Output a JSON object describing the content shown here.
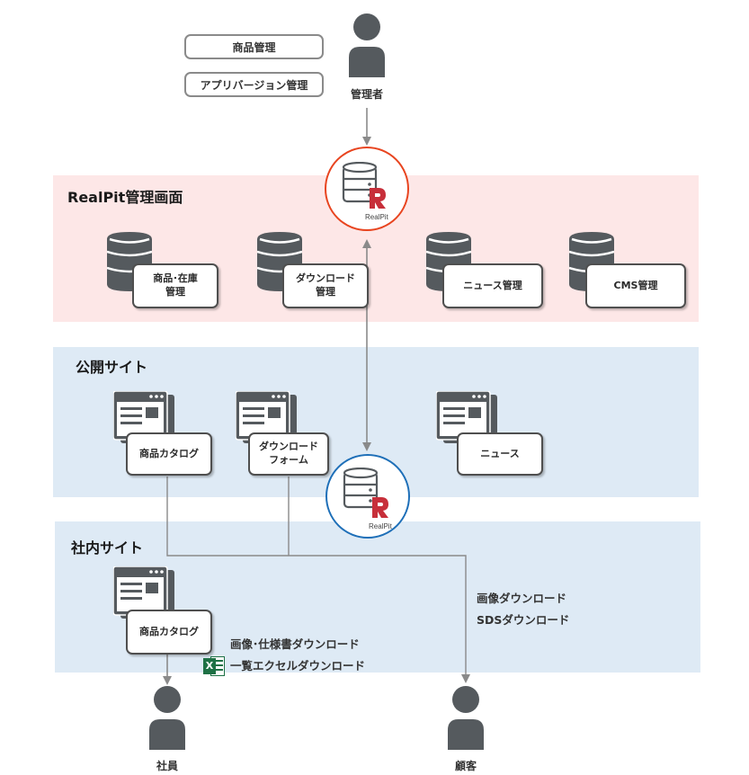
{
  "top_pills": {
    "product_management": "商品管理",
    "app_version_management": "アプリバージョン管理"
  },
  "admin_label": "管理者",
  "realpit_badge_text": "RealPit",
  "admin_section": {
    "title": "RealPit管理画面",
    "cards": [
      {
        "line1": "商品･在庫",
        "line2": "管理"
      },
      {
        "line1": "ダウンロード",
        "line2": "管理"
      },
      {
        "line1": "ニュース管理",
        "line2": ""
      },
      {
        "line1": "CMS管理",
        "line2": ""
      }
    ]
  },
  "public_section": {
    "title": "公開サイト",
    "cards": [
      {
        "line1": "商品カタログ",
        "line2": ""
      },
      {
        "line1": "ダウンロード",
        "line2": "フォーム"
      },
      {
        "line1": "ニュース",
        "line2": ""
      }
    ]
  },
  "internal_section": {
    "title": "社内サイト",
    "cards": [
      {
        "line1": "商品カタログ",
        "line2": ""
      }
    ]
  },
  "notes": {
    "customer_download_1": "画像ダウンロード",
    "customer_download_2": "SDSダウンロード",
    "employee_download_1": "画像･仕様書ダウンロード",
    "employee_download_2": "一覧エクセルダウンロード",
    "excel_letter": "X"
  },
  "people": {
    "employee": "社員",
    "customer": "顧客"
  },
  "colors": {
    "admin_band": "#fde7e7",
    "site_band": "#deeaf5",
    "realpit_top_ring": "#e8441f",
    "realpit_bottom_ring": "#1e6fb8",
    "icon_dark": "#555a5e",
    "realpit_red": "#c72f3a",
    "excel_green": "#1e7145"
  }
}
